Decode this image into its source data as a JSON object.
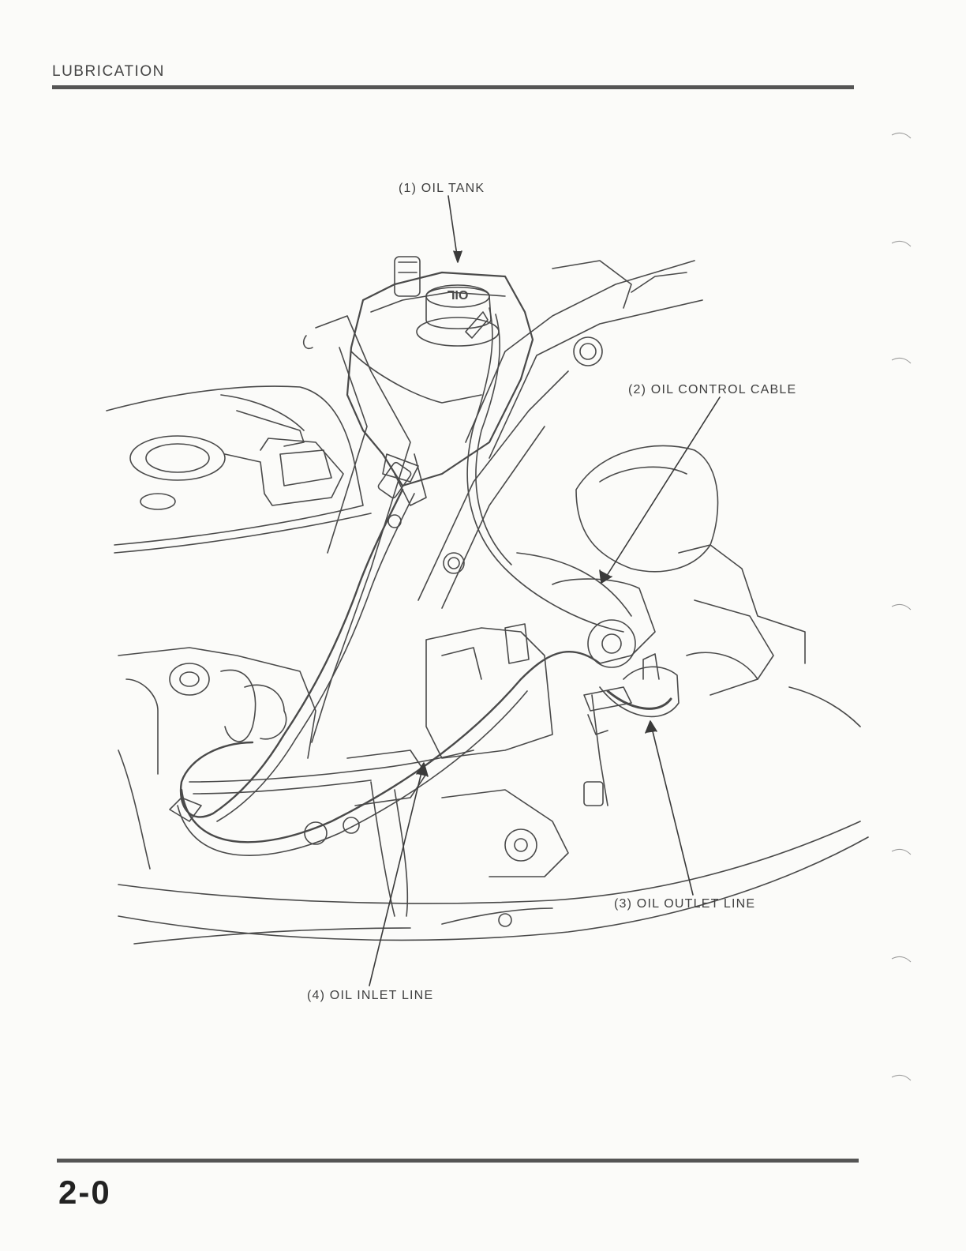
{
  "header": {
    "section_title": "LUBRICATION"
  },
  "figure": {
    "callouts": [
      {
        "id": 1,
        "label": "(1) OIL TANK"
      },
      {
        "id": 2,
        "label": "(2) OIL CONTROL CABLE"
      },
      {
        "id": 3,
        "label": "(3) OIL OUTLET LINE"
      },
      {
        "id": 4,
        "label": "(4) OIL INLET LINE"
      }
    ],
    "tank_cap_marking": "OIL"
  },
  "footer": {
    "page_number": "2-0"
  }
}
